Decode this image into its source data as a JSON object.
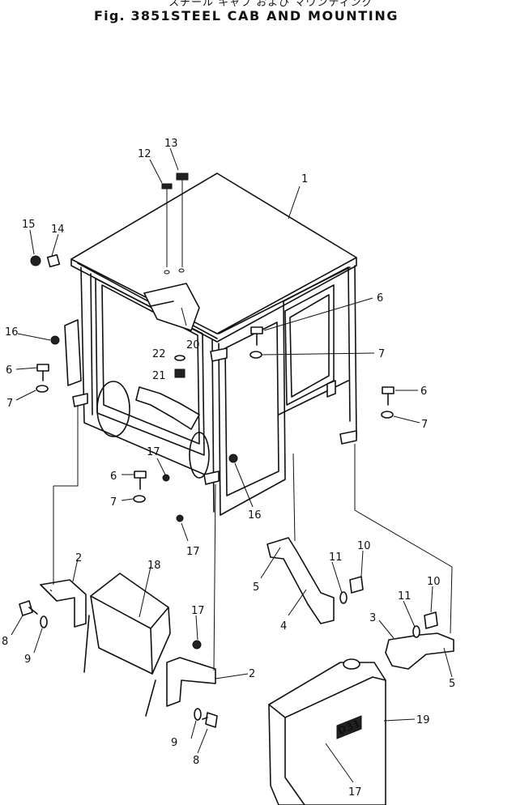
{
  "header": {
    "japanese_subtitle": "スチール キャブ および マウンティング",
    "figure_number": "Fig. 3851",
    "title": "STEEL CAB AND MOUNTING"
  },
  "callouts": [
    "1",
    "2",
    "2",
    "3",
    "4",
    "5",
    "5",
    "6",
    "6",
    "6",
    "6",
    "7",
    "7",
    "7",
    "7",
    "8",
    "8",
    "9",
    "9",
    "10",
    "10",
    "11",
    "11",
    "12",
    "13",
    "14",
    "15",
    "16",
    "16",
    "17",
    "17",
    "17",
    "17",
    "18",
    "19",
    "20",
    "21",
    "22"
  ],
  "badge_text": "D31"
}
